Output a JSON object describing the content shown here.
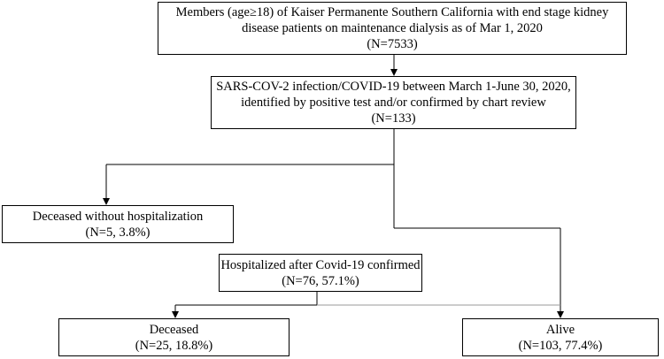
{
  "flowchart": {
    "members": {
      "line1": "Members (age≥18) of Kaiser Permanente Southern California with end stage kidney",
      "line2": "disease patients on maintenance dialysis as of Mar 1, 2020",
      "line3": "(N=7533)"
    },
    "covid": {
      "line1": "SARS-COV-2 infection/COVID-19 between March 1-June 30, 2020,",
      "line2": "identified by positive test and/or confirmed by chart review",
      "line3": "(N=133)"
    },
    "deceased_without_hospitalization": {
      "line1": "Deceased without hospitalization",
      "line2": "(N=5, 3.8%)"
    },
    "hospitalized": {
      "line1": "Hospitalized after Covid-19 confirmed",
      "line2": "(N=76, 57.1%)"
    },
    "deceased": {
      "line1": "Deceased",
      "line2": "(N=25, 18.8%)"
    },
    "alive": {
      "line1": "Alive",
      "line2": "(N=103, 77.4%)"
    }
  },
  "colors": {
    "line": "#000000",
    "secondary_line": "#999999",
    "background": "#ffffff"
  }
}
